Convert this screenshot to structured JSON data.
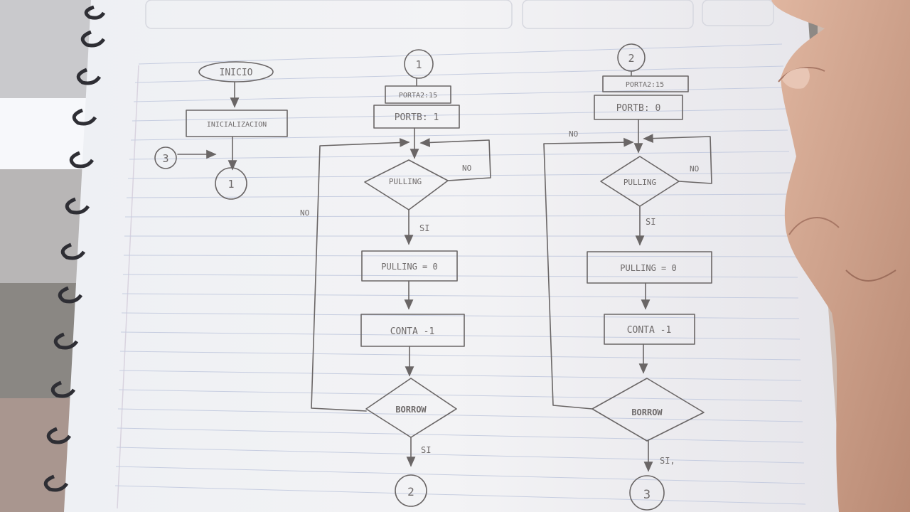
{
  "flowchart": {
    "col1": {
      "start": "INICIO",
      "init": "INICIALIZACION",
      "connector_in": "3",
      "connector_out": "1"
    },
    "col2": {
      "connector_in": "1",
      "port_config": "PORTA2:15",
      "port_set": "PORTB: 1",
      "decision_polling": "PULLING",
      "no_loop": "NO",
      "yes": "SI",
      "reset": "PULLING = 0",
      "count": "CONTA -1",
      "decision_borrow": "BORROW",
      "no_outer": "NO",
      "yes_out": "SI",
      "connector_out": "2"
    },
    "col3": {
      "connector_in": "2",
      "port_config": "PORTA2:15",
      "port_set": "PORTB: 0",
      "decision_polling": "PULLING",
      "no_loop": "NO",
      "yes": "SI",
      "reset": "PULLING = 0",
      "count": "CONTA -1",
      "decision_borrow": "BORROW",
      "no_outer": "NO",
      "yes_out": "SI,",
      "connector_out": "3"
    }
  }
}
